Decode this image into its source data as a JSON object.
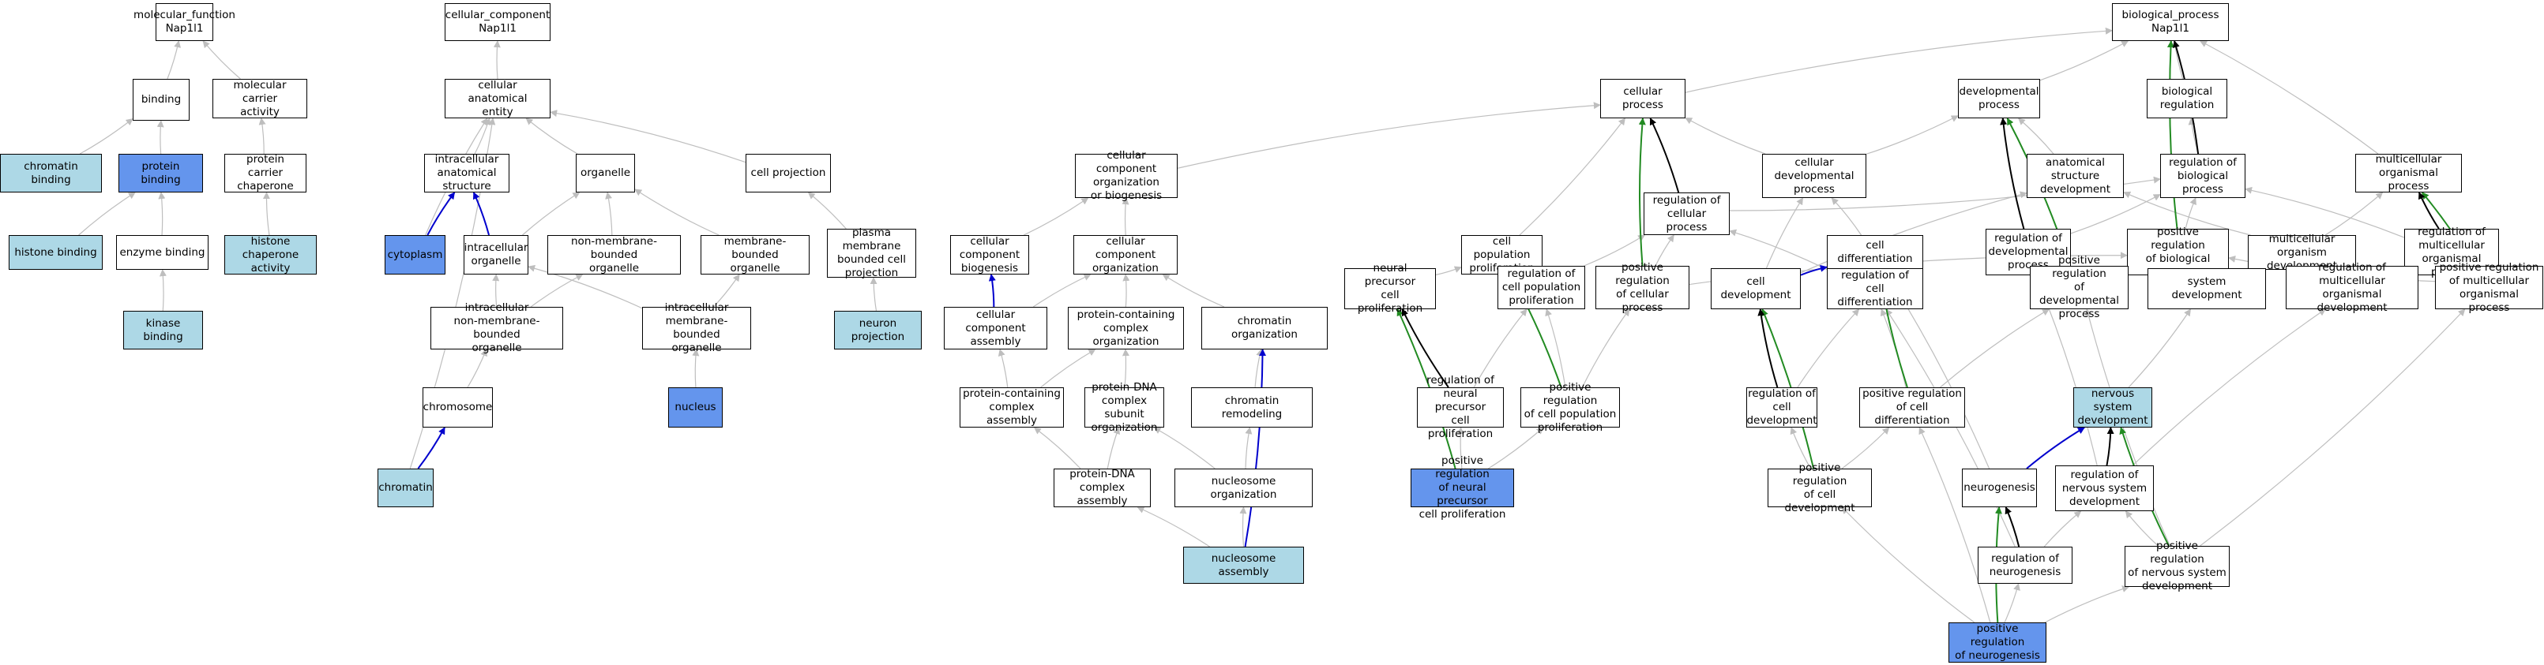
{
  "colors": {
    "node_default": "#ffffff",
    "node_light": "#add8e6",
    "node_blue": "#6495ed",
    "edge_gray": "#bebebe",
    "edge_black": "#000000",
    "edge_blue": "#0000cd",
    "edge_green": "#228b22"
  },
  "nodes": [
    {
      "id": "mf",
      "label": "molecular_function\nNap1l1",
      "style": "default"
    },
    {
      "id": "binding",
      "label": "binding",
      "style": "default"
    },
    {
      "id": "mca",
      "label": "molecular carrier\nactivity",
      "style": "default"
    },
    {
      "id": "chrombind",
      "label": "chromatin binding",
      "style": "light"
    },
    {
      "id": "protbind",
      "label": "protein binding",
      "style": "blue"
    },
    {
      "id": "pcc",
      "label": "protein carrier\nchaperone",
      "style": "default"
    },
    {
      "id": "histbind",
      "label": "histone binding",
      "style": "light"
    },
    {
      "id": "enzbind",
      "label": "enzyme binding",
      "style": "default"
    },
    {
      "id": "hca",
      "label": "histone chaperone\nactivity",
      "style": "light"
    },
    {
      "id": "kinbind",
      "label": "kinase binding",
      "style": "light"
    },
    {
      "id": "cc",
      "label": "cellular_component\nNap1l1",
      "style": "default"
    },
    {
      "id": "cae",
      "label": "cellular anatomical\nentity",
      "style": "default"
    },
    {
      "id": "ias",
      "label": "intracellular\nanatomical structure",
      "style": "default"
    },
    {
      "id": "organelle",
      "label": "organelle",
      "style": "default"
    },
    {
      "id": "cellproj",
      "label": "cell projection",
      "style": "default"
    },
    {
      "id": "cytoplasm",
      "label": "cytoplasm",
      "style": "blue"
    },
    {
      "id": "intorg",
      "label": "intracellular\norganelle",
      "style": "default"
    },
    {
      "id": "nmbo",
      "label": "non-membrane-bounded\norganelle",
      "style": "default"
    },
    {
      "id": "mbo",
      "label": "membrane-bounded\norganelle",
      "style": "default"
    },
    {
      "id": "pmbcp",
      "label": "plasma membrane\nbounded cell\nprojection",
      "style": "default"
    },
    {
      "id": "inmbo",
      "label": "intracellular\nnon-membrane-bounded\norganelle",
      "style": "default"
    },
    {
      "id": "imbo",
      "label": "intracellular\nmembrane-bounded\norganelle",
      "style": "default"
    },
    {
      "id": "neuronproj",
      "label": "neuron projection",
      "style": "light"
    },
    {
      "id": "chromosome",
      "label": "chromosome",
      "style": "default"
    },
    {
      "id": "nucleus",
      "label": "nucleus",
      "style": "blue"
    },
    {
      "id": "chromatin",
      "label": "chromatin",
      "style": "light"
    },
    {
      "id": "ccob",
      "label": "cellular component\norganization\nor biogenesis",
      "style": "default"
    },
    {
      "id": "ccbio",
      "label": "cellular component\nbiogenesis",
      "style": "default"
    },
    {
      "id": "ccorg",
      "label": "cellular component\norganization",
      "style": "default"
    },
    {
      "id": "cca",
      "label": "cellular component\nassembly",
      "style": "default"
    },
    {
      "id": "pcco",
      "label": "protein-containing\ncomplex organization",
      "style": "default"
    },
    {
      "id": "chromorg",
      "label": "chromatin organization",
      "style": "default"
    },
    {
      "id": "pcca",
      "label": "protein-containing\ncomplex assembly",
      "style": "default"
    },
    {
      "id": "pdcso",
      "label": "protein-DNA\ncomplex subunit\norganization",
      "style": "default"
    },
    {
      "id": "chromrem",
      "label": "chromatin remodeling",
      "style": "default"
    },
    {
      "id": "pdca",
      "label": "protein-DNA\ncomplex assembly",
      "style": "default"
    },
    {
      "id": "nucorg",
      "label": "nucleosome organization",
      "style": "default"
    },
    {
      "id": "nucass",
      "label": "nucleosome assembly",
      "style": "light"
    },
    {
      "id": "cellproc",
      "label": "cellular process",
      "style": "default"
    },
    {
      "id": "cpp",
      "label": "cell population\nproliferation",
      "style": "default"
    },
    {
      "id": "cdp",
      "label": "cellular developmental\nprocess",
      "style": "default"
    },
    {
      "id": "rcp",
      "label": "regulation of\ncellular process",
      "style": "default"
    },
    {
      "id": "npcp",
      "label": "neural precursor\ncell proliferation",
      "style": "default"
    },
    {
      "id": "rcpp",
      "label": "regulation of\ncell population\nproliferation",
      "style": "default"
    },
    {
      "id": "prcp",
      "label": "positive regulation\nof cellular\nprocess",
      "style": "default"
    },
    {
      "id": "celldiff",
      "label": "cell differentiation",
      "style": "default"
    },
    {
      "id": "rnpcp",
      "label": "regulation of\nneural precursor\ncell proliferation",
      "style": "default"
    },
    {
      "id": "prcpp",
      "label": "positive regulation\nof cell population\nproliferation",
      "style": "default"
    },
    {
      "id": "celldev",
      "label": "cell development",
      "style": "default"
    },
    {
      "id": "rcd",
      "label": "regulation of\ncell differentiation",
      "style": "default"
    },
    {
      "id": "prnpcp",
      "label": "positive regulation\nof neural precursor\ncell proliferation",
      "style": "blue"
    },
    {
      "id": "rcdev",
      "label": "regulation of\ncell development",
      "style": "default"
    },
    {
      "id": "prcdiff",
      "label": "positive regulation\nof cell differentiation",
      "style": "default"
    },
    {
      "id": "prcdev",
      "label": "positive regulation\nof cell development",
      "style": "default"
    },
    {
      "id": "bp",
      "label": "biological_process\nNap1l1",
      "style": "default"
    },
    {
      "id": "devproc",
      "label": "developmental\nprocess",
      "style": "default"
    },
    {
      "id": "breg",
      "label": "biological regulation",
      "style": "default"
    },
    {
      "id": "asd",
      "label": "anatomical structure\ndevelopment",
      "style": "default"
    },
    {
      "id": "rbp",
      "label": "regulation of\nbiological process",
      "style": "default"
    },
    {
      "id": "mop",
      "label": "multicellular\norganismal process",
      "style": "default"
    },
    {
      "id": "rdp",
      "label": "regulation of\ndevelopmental\nprocess",
      "style": "default"
    },
    {
      "id": "prbp",
      "label": "positive regulation\nof biological\nprocess",
      "style": "default"
    },
    {
      "id": "mod",
      "label": "multicellular\norganism development",
      "style": "default"
    },
    {
      "id": "rmop",
      "label": "regulation of\nmulticellular\norganismal process",
      "style": "default"
    },
    {
      "id": "prdp",
      "label": "positive regulation\nof developmental\nprocess",
      "style": "default"
    },
    {
      "id": "sysdev",
      "label": "system development",
      "style": "default"
    },
    {
      "id": "rmod",
      "label": "regulation of\nmulticellular\norganismal development",
      "style": "default"
    },
    {
      "id": "prmop",
      "label": "positive regulation\nof multicellular\norganismal process",
      "style": "default"
    },
    {
      "id": "nsd",
      "label": "nervous system\ndevelopment",
      "style": "light"
    },
    {
      "id": "neurogenesis",
      "label": "neurogenesis",
      "style": "default"
    },
    {
      "id": "rnsd",
      "label": "regulation of\nnervous system\ndevelopment",
      "style": "default"
    },
    {
      "id": "rneuro",
      "label": "regulation of\nneurogenesis",
      "style": "default"
    },
    {
      "id": "prnsd",
      "label": "positive regulation\nof nervous system\ndevelopment",
      "style": "default"
    },
    {
      "id": "prneuro",
      "label": "positive regulation\nof neurogenesis",
      "style": "blue"
    }
  ],
  "edges": [
    {
      "from": "binding",
      "to": "mf",
      "color": "gray"
    },
    {
      "from": "mca",
      "to": "mf",
      "color": "gray"
    },
    {
      "from": "chrombind",
      "to": "binding",
      "color": "gray"
    },
    {
      "from": "protbind",
      "to": "binding",
      "color": "gray"
    },
    {
      "from": "pcc",
      "to": "mca",
      "color": "gray"
    },
    {
      "from": "histbind",
      "to": "protbind",
      "color": "gray"
    },
    {
      "from": "enzbind",
      "to": "protbind",
      "color": "gray"
    },
    {
      "from": "hca",
      "to": "pcc",
      "color": "gray"
    },
    {
      "from": "kinbind",
      "to": "enzbind",
      "color": "gray"
    },
    {
      "from": "cae",
      "to": "cc",
      "color": "gray"
    },
    {
      "from": "ias",
      "to": "cae",
      "color": "gray"
    },
    {
      "from": "organelle",
      "to": "cae",
      "color": "gray"
    },
    {
      "from": "cellproj",
      "to": "cae",
      "color": "gray"
    },
    {
      "from": "cytoplasm",
      "to": "cae",
      "color": "gray"
    },
    {
      "from": "chromatin",
      "to": "cae",
      "color": "gray"
    },
    {
      "from": "cytoplasm",
      "to": "ias",
      "color": "blue"
    },
    {
      "from": "intorg",
      "to": "ias",
      "color": "blue"
    },
    {
      "from": "intorg",
      "to": "organelle",
      "color": "gray"
    },
    {
      "from": "nmbo",
      "to": "organelle",
      "color": "gray"
    },
    {
      "from": "mbo",
      "to": "organelle",
      "color": "gray"
    },
    {
      "from": "pmbcp",
      "to": "cellproj",
      "color": "gray"
    },
    {
      "from": "inmbo",
      "to": "intorg",
      "color": "gray"
    },
    {
      "from": "imbo",
      "to": "intorg",
      "color": "gray"
    },
    {
      "from": "inmbo",
      "to": "nmbo",
      "color": "gray"
    },
    {
      "from": "imbo",
      "to": "mbo",
      "color": "gray"
    },
    {
      "from": "neuronproj",
      "to": "pmbcp",
      "color": "gray"
    },
    {
      "from": "chromosome",
      "to": "inmbo",
      "color": "gray"
    },
    {
      "from": "nucleus",
      "to": "imbo",
      "color": "gray"
    },
    {
      "from": "chromatin",
      "to": "chromosome",
      "color": "blue"
    },
    {
      "from": "ccob",
      "to": "cellproc",
      "color": "gray"
    },
    {
      "from": "ccbio",
      "to": "ccob",
      "color": "gray"
    },
    {
      "from": "ccorg",
      "to": "ccob",
      "color": "gray"
    },
    {
      "from": "cca",
      "to": "ccbio",
      "color": "blue"
    },
    {
      "from": "cca",
      "to": "ccorg",
      "color": "gray"
    },
    {
      "from": "pcco",
      "to": "ccorg",
      "color": "gray"
    },
    {
      "from": "chromorg",
      "to": "ccorg",
      "color": "gray"
    },
    {
      "from": "pcca",
      "to": "cca",
      "color": "gray"
    },
    {
      "from": "pcca",
      "to": "pcco",
      "color": "gray"
    },
    {
      "from": "pdcso",
      "to": "pcco",
      "color": "gray"
    },
    {
      "from": "chromrem",
      "to": "chromorg",
      "color": "gray"
    },
    {
      "from": "pdca",
      "to": "pcca",
      "color": "gray"
    },
    {
      "from": "pdca",
      "to": "pdcso",
      "color": "gray"
    },
    {
      "from": "nucorg",
      "to": "pdcso",
      "color": "gray"
    },
    {
      "from": "nucorg",
      "to": "chromrem",
      "color": "gray"
    },
    {
      "from": "nucass",
      "to": "pdca",
      "color": "gray"
    },
    {
      "from": "nucass",
      "to": "nucorg",
      "color": "gray"
    },
    {
      "from": "nucass",
      "to": "chromorg",
      "color": "blue"
    },
    {
      "from": "cellproc",
      "to": "bp",
      "color": "gray"
    },
    {
      "from": "cpp",
      "to": "cellproc",
      "color": "gray"
    },
    {
      "from": "cdp",
      "to": "cellproc",
      "color": "gray"
    },
    {
      "from": "rcp",
      "to": "cellproc",
      "color": "black"
    },
    {
      "from": "prcp",
      "to": "cellproc",
      "color": "green"
    },
    {
      "from": "npcp",
      "to": "cpp",
      "color": "gray"
    },
    {
      "from": "rcpp",
      "to": "cpp",
      "color": "black"
    },
    {
      "from": "prcpp",
      "to": "cpp",
      "color": "green"
    },
    {
      "from": "rnpcp",
      "to": "npcp",
      "color": "black"
    },
    {
      "from": "prnpcp",
      "to": "npcp",
      "color": "green"
    },
    {
      "from": "prnpcp",
      "to": "rnpcp",
      "color": "gray"
    },
    {
      "from": "prnpcp",
      "to": "prcpp",
      "color": "gray"
    },
    {
      "from": "rnpcp",
      "to": "rcpp",
      "color": "gray"
    },
    {
      "from": "prcpp",
      "to": "rcpp",
      "color": "gray"
    },
    {
      "from": "prcpp",
      "to": "prcp",
      "color": "gray"
    },
    {
      "from": "rcpp",
      "to": "rcp",
      "color": "gray"
    },
    {
      "from": "prcp",
      "to": "rcp",
      "color": "gray"
    },
    {
      "from": "celldiff",
      "to": "cdp",
      "color": "gray"
    },
    {
      "from": "celldev",
      "to": "cdp",
      "color": "gray"
    },
    {
      "from": "cdp",
      "to": "devproc",
      "color": "gray"
    },
    {
      "from": "celldev",
      "to": "celldiff",
      "color": "blue"
    },
    {
      "from": "rcd",
      "to": "celldiff",
      "color": "black"
    },
    {
      "from": "prcdiff",
      "to": "celldiff",
      "color": "green"
    },
    {
      "from": "rcd",
      "to": "rcp",
      "color": "gray"
    },
    {
      "from": "rcdev",
      "to": "celldev",
      "color": "black"
    },
    {
      "from": "prcdev",
      "to": "celldev",
      "color": "green"
    },
    {
      "from": "prcdev",
      "to": "rcdev",
      "color": "gray"
    },
    {
      "from": "prcdev",
      "to": "prcdiff",
      "color": "gray"
    },
    {
      "from": "rcdev",
      "to": "rcd",
      "color": "gray"
    },
    {
      "from": "prcdiff",
      "to": "rcd",
      "color": "gray"
    },
    {
      "from": "prcdiff",
      "to": "prdp",
      "color": "gray"
    },
    {
      "from": "devproc",
      "to": "bp",
      "color": "gray"
    },
    {
      "from": "breg",
      "to": "bp",
      "color": "gray"
    },
    {
      "from": "rbp",
      "to": "bp",
      "color": "black"
    },
    {
      "from": "prbp",
      "to": "bp",
      "color": "green"
    },
    {
      "from": "mop",
      "to": "bp",
      "color": "gray"
    },
    {
      "from": "rbp",
      "to": "breg",
      "color": "gray"
    },
    {
      "from": "asd",
      "to": "devproc",
      "color": "gray"
    },
    {
      "from": "rdp",
      "to": "devproc",
      "color": "black"
    },
    {
      "from": "prdp",
      "to": "devproc",
      "color": "green"
    },
    {
      "from": "celldev",
      "to": "asd",
      "color": "gray"
    },
    {
      "from": "rcp",
      "to": "rbp",
      "color": "gray"
    },
    {
      "from": "prcp",
      "to": "prbp",
      "color": "gray"
    },
    {
      "from": "rdp",
      "to": "rbp",
      "color": "gray"
    },
    {
      "from": "prbp",
      "to": "rbp",
      "color": "gray"
    },
    {
      "from": "rmop",
      "to": "rbp",
      "color": "gray"
    },
    {
      "from": "mod",
      "to": "asd",
      "color": "gray"
    },
    {
      "from": "mod",
      "to": "mop",
      "color": "gray"
    },
    {
      "from": "rmop",
      "to": "mop",
      "color": "black"
    },
    {
      "from": "prmop",
      "to": "mop",
      "color": "green"
    },
    {
      "from": "prdp",
      "to": "rdp",
      "color": "gray"
    },
    {
      "from": "prdp",
      "to": "prbp",
      "color": "gray"
    },
    {
      "from": "sysdev",
      "to": "mod",
      "color": "blue"
    },
    {
      "from": "rmod",
      "to": "mod",
      "color": "black"
    },
    {
      "from": "rmod",
      "to": "rmop",
      "color": "gray"
    },
    {
      "from": "prmop",
      "to": "rmop",
      "color": "gray"
    },
    {
      "from": "prmop",
      "to": "prbp",
      "color": "gray"
    },
    {
      "from": "nsd",
      "to": "sysdev",
      "color": "gray"
    },
    {
      "from": "neurogenesis",
      "to": "nsd",
      "color": "blue"
    },
    {
      "from": "rnsd",
      "to": "nsd",
      "color": "black"
    },
    {
      "from": "prnsd",
      "to": "nsd",
      "color": "green"
    },
    {
      "from": "neurogenesis",
      "to": "celldiff",
      "color": "gray"
    },
    {
      "from": "rnsd",
      "to": "rmod",
      "color": "gray"
    },
    {
      "from": "rnsd",
      "to": "rdp",
      "color": "gray"
    },
    {
      "from": "prnsd",
      "to": "rnsd",
      "color": "gray"
    },
    {
      "from": "prnsd",
      "to": "prmop",
      "color": "gray"
    },
    {
      "from": "prnsd",
      "to": "prdp",
      "color": "gray"
    },
    {
      "from": "rneuro",
      "to": "neurogenesis",
      "color": "black"
    },
    {
      "from": "rneuro",
      "to": "rnsd",
      "color": "gray"
    },
    {
      "from": "rneuro",
      "to": "rcd",
      "color": "gray"
    },
    {
      "from": "prneuro",
      "to": "neurogenesis",
      "color": "green"
    },
    {
      "from": "prneuro",
      "to": "rneuro",
      "color": "gray"
    },
    {
      "from": "prneuro",
      "to": "prnsd",
      "color": "gray"
    },
    {
      "from": "prneuro",
      "to": "prcdiff",
      "color": "gray"
    },
    {
      "from": "prneuro",
      "to": "prcdev",
      "color": "gray"
    }
  ]
}
